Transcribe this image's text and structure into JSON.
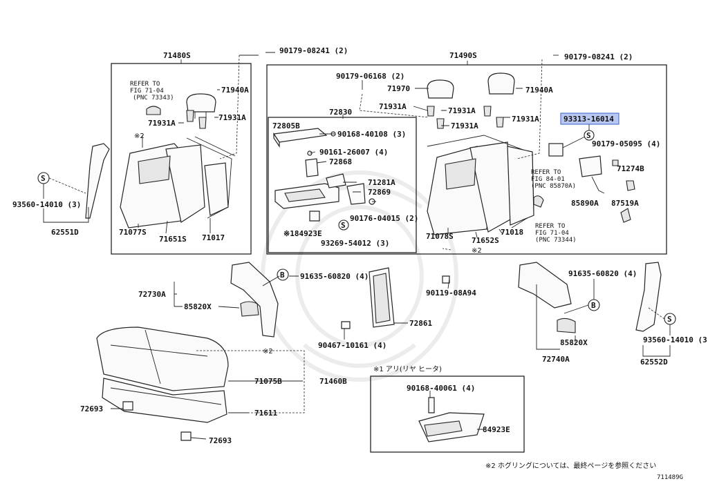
{
  "labels": {
    "set_rh": "71480S",
    "set_lh": "71490S",
    "refer_7104_a": [
      "REFER TO",
      "FIG 71-04",
      "(PNC 73343)"
    ],
    "refer_8401": [
      "REFER TO",
      "FIG 84-01",
      "(PNC 85870A)"
    ],
    "refer_7104_b": [
      "REFER TO",
      "FIG 71-04",
      "(PNC 73344)"
    ],
    "p90179_08241_a": "90179-08241 (2)",
    "p90179_08241_b": "90179-08241 (2)",
    "p90179_06168": "90179-06168 (2)",
    "p71940A_a": "71940A",
    "p71940A_b": "71940A",
    "p71970": "71970",
    "p71931A_1": "71931A",
    "p71931A_2": "71931A",
    "p71931A_3": "71931A",
    "p71931A_4": "71931A",
    "p71931A_5": "71931A",
    "p71931A_6": "71931A",
    "note2_a": "※2",
    "note2_b": "※2",
    "note2_c": "※2",
    "p72830": "72830",
    "p72805B": "72805B",
    "p90168_40108": "90168-40108 (3)",
    "p90161_26007": "90161-26007 (4)",
    "p72868": "72868",
    "p71281A": "71281A",
    "p72869": "72869",
    "p90176_04015": "90176-04015 (2)",
    "p84923E_a": "※184923E",
    "p93269_54012": "93269-54012 (3)",
    "p93313_16014": "93313-16014",
    "p90179_05095": "90179-05095 (4)",
    "p71274B": "71274B",
    "p85890A": "85890A",
    "p87519A": "87519A",
    "p93560_14010_a": "93560-14010 (3)",
    "p62551D": "62551D",
    "p71077S": "71077S",
    "p71651S": "71651S",
    "p71017": "71017",
    "p71078S": "71078S",
    "p71652S": "71652S",
    "p71018": "71018",
    "p72730A": "72730A",
    "p85820X_a": "85820X",
    "p91635_60820_a": "91635-60820 (4)",
    "p72861": "72861",
    "p90119_08A94": "90119-08A94",
    "p90467_10161": "90467-10161 (4)",
    "p91635_60820_b": "91635-60820 (4)",
    "p85820X_b": "85820X",
    "p72740A": "72740A",
    "p93560_14010_b": "93560-14010 (3)",
    "p62552D": "62552D",
    "p71075B": "71075B",
    "p71460B": "71460B",
    "p71611": "71611",
    "p72693_a": "72693",
    "p72693_b": "72693",
    "note1_heater": "※1 アリ(リヤ ヒータ)",
    "p90168_40061": "90168-40061 (4)",
    "p84923E_b": "84923E",
    "footnote": "※2 ホグリングについては、最終ページを参照ください",
    "figure_id": "711489G",
    "sym_S": "S",
    "sym_B": "B"
  },
  "colors": {
    "highlight_fill": "#b9c8f0",
    "highlight_stroke": "#3a5bc7",
    "line": "#222222"
  }
}
